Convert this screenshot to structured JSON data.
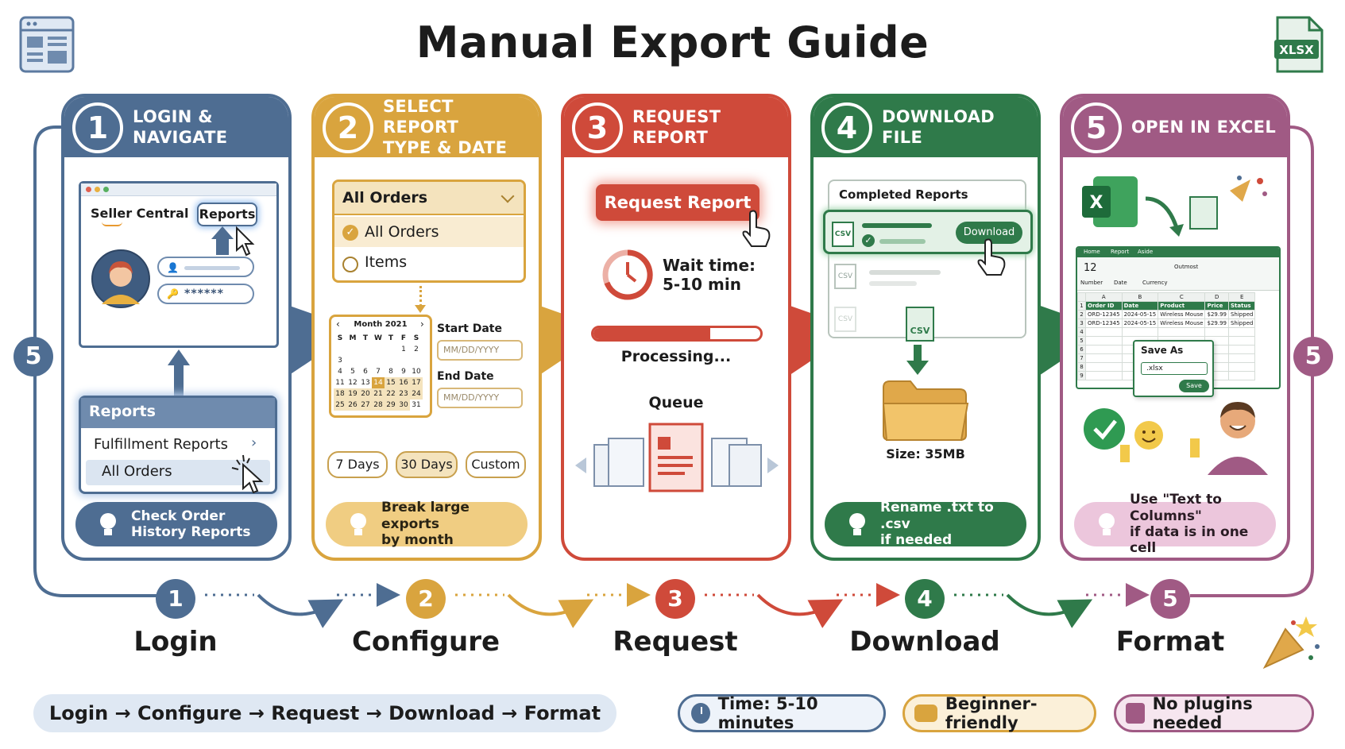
{
  "title": "Manual Export Guide",
  "header_icons": {
    "left": "dashboard-window-icon",
    "right": "xlsx-file-icon",
    "right_label": "XLSX"
  },
  "colors": {
    "blue": "#4e6d92",
    "gold": "#d9a43e",
    "red": "#cf4a3a",
    "green": "#2f7a4a",
    "purple": "#a05a84"
  },
  "side_badges": {
    "left": "5",
    "right": "5"
  },
  "panels": [
    {
      "num": "1",
      "title": "LOGIN &\nNAVIGATE",
      "seller": "Seller Central",
      "reports_btn": "Reports",
      "password": "******",
      "menu_title": "Reports",
      "menu_items": [
        "Fulfillment Reports",
        "All Orders"
      ],
      "tip": "Check Order\nHistory Reports"
    },
    {
      "num": "2",
      "title": "SELECT REPORT\nTYPE & DATE",
      "dropdown": "All Orders",
      "options": [
        "All Orders",
        "Items"
      ],
      "calendar": {
        "month": "Month 2021",
        "days": [
          "S",
          "M",
          "T",
          "W",
          "T",
          "F",
          "S"
        ],
        "rows": [
          [
            "",
            "",
            "",
            "",
            "",
            "1",
            "2"
          ],
          [
            "3",
            "",
            "",
            "",
            "",
            "",
            ""
          ],
          [
            "4",
            "5",
            "6",
            "7",
            "8",
            "9",
            "10"
          ],
          [
            "11",
            "12",
            "13",
            "14",
            "15",
            "16",
            "17"
          ],
          [
            "18",
            "19",
            "20",
            "21",
            "22",
            "23",
            "24"
          ],
          [
            "25",
            "26",
            "27",
            "28",
            "29",
            "30",
            "31"
          ]
        ]
      },
      "start_label": "Start Date",
      "end_label": "End Date",
      "date_placeholder": "MM/DD/YYYY",
      "presets": [
        "7 Days",
        "30 Days",
        "Custom"
      ],
      "tip": "Break large exports\nby month"
    },
    {
      "num": "3",
      "title": "REQUEST REPORT",
      "button": "Request Report",
      "wait": "Wait time:\n5-10 min",
      "progress": 0.7,
      "processing": "Processing...",
      "queue": "Queue"
    },
    {
      "num": "4",
      "title": "DOWNLOAD FILE",
      "list_title": "Completed Reports",
      "download_btn": "Download",
      "file_tag": "CSV",
      "size": "Size: 35MB",
      "tip": "Rename .txt to .csv\nif needed"
    },
    {
      "num": "5",
      "title": "OPEN IN EXCEL",
      "ribbon_tabs": [
        "Home",
        "Report",
        "Aside"
      ],
      "ribbon": [
        "Number",
        "Date",
        "Currency",
        "Outmost"
      ],
      "columns": [
        "A",
        "B",
        "C",
        "D",
        "E"
      ],
      "headers": [
        "Order ID",
        "Date",
        "Product",
        "Price",
        "Status"
      ],
      "rows": [
        [
          "ORD-12345",
          "2024-05-15",
          "Wireless Mouse",
          "$29.99",
          "Shipped"
        ],
        [
          "ORD-12345",
          "2024-05-15",
          "Wireless Mouse",
          "$29.99",
          "Shipped"
        ]
      ],
      "row_nums": [
        "1",
        "2",
        "3",
        "4",
        "5",
        "6",
        "7",
        "8",
        "9"
      ],
      "save_title": "Save As",
      "save_format": ".xlsx",
      "save_btn": "Save",
      "tip": "Use \"Text to Columns\"\nif data is in one cell"
    }
  ],
  "steps": [
    {
      "num": "1",
      "label": "Login"
    },
    {
      "num": "2",
      "label": "Configure"
    },
    {
      "num": "3",
      "label": "Request"
    },
    {
      "num": "4",
      "label": "Download"
    },
    {
      "num": "5",
      "label": "Format"
    }
  ],
  "footer": {
    "flow": "Login → Configure → Request → Download → Format",
    "badges": [
      {
        "icon": "clock-icon",
        "label": "Time: 5-10 minutes"
      },
      {
        "icon": "handshake-icon",
        "label": "Beginner-friendly"
      },
      {
        "icon": "puzzle-icon",
        "label": "No plugins needed"
      }
    ]
  }
}
